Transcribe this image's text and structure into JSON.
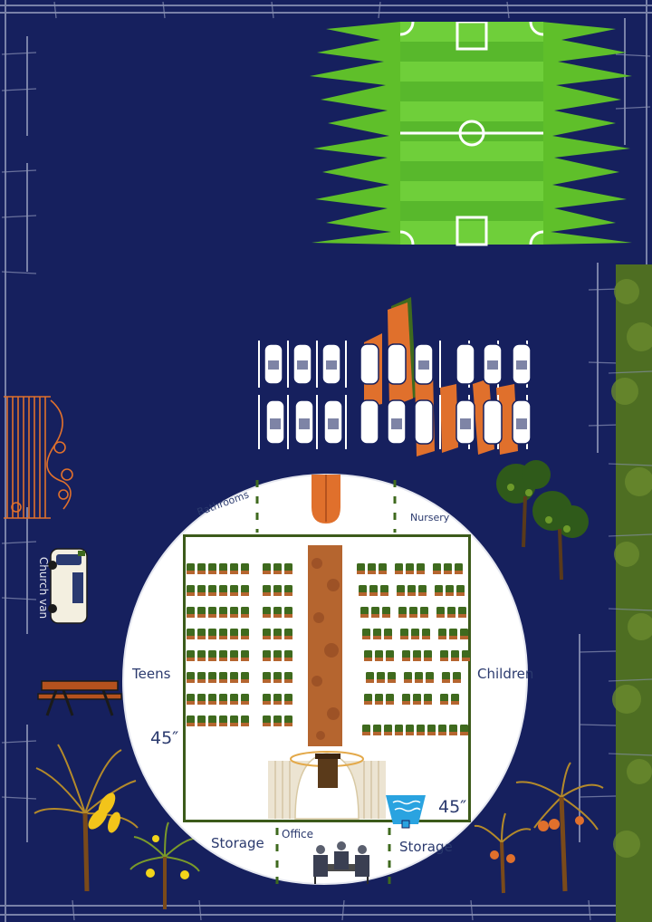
{
  "colors": {
    "background": "#16205e",
    "grass": "#5fbf2a",
    "pitch_light": "#6fcf3a",
    "pitch_dark": "#58b82c",
    "wall": "#3c5a1a",
    "chairs": "#3f6a1e",
    "aisle": "#b5652f",
    "cars": "#ffffff",
    "accent_orange": "#e0702c",
    "hedge": "#4e6e22"
  },
  "icons": {
    "gate": "ornate-gate-icon",
    "van": "church-van-icon",
    "picnic": "picnic-table-icon",
    "font": "baptism-font-icon",
    "meeting": "office-meeting-icon",
    "pulpit": "pulpit-icon",
    "door": "door-icon"
  },
  "labels": {
    "bathrooms": "Bathrooms",
    "nursery": "Nursery",
    "teens": "Teens",
    "children": "Children",
    "angle_left": "45″",
    "angle_right": "45″",
    "storage_left": "Storage",
    "storage_right": "Storage",
    "office": "Office",
    "church_van": "Church van"
  }
}
